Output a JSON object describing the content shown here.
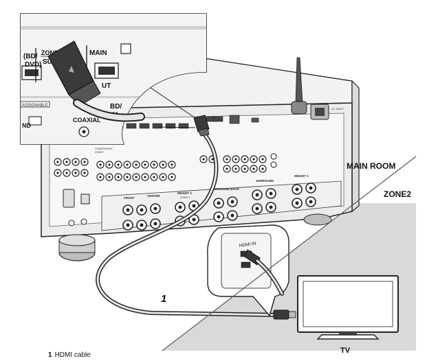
{
  "callout": {
    "bd_dvd": "(BD/",
    "bd_dvd2": "DVD)",
    "zone2": "ZONE 2",
    "sub": "SUB",
    "main": "MAIN",
    "assignable": "ASSIGNABLE",
    "coaxial": "COAXIAL",
    "ut": "UT",
    "bd2": "BD/",
    "v": "V",
    "gnd": "ND"
  },
  "panel": {
    "front": "FRONT",
    "center": "CENTER",
    "height2": "HEIGHT 2",
    "zone2_small": "ZONE 2",
    "surround_back": "SURROUND BACK",
    "surround": "SURROUND",
    "height1": "HEIGHT 1",
    "ac_inlet": "AC INLET",
    "component": "COMPONENT",
    "video": "VIDEO"
  },
  "rooms": {
    "main_room": "MAIN ROOM",
    "zone2": "ZONE2"
  },
  "tv": {
    "hdmi_in": "HDMI IN",
    "label": "TV"
  },
  "callout_number": "1",
  "legend": {
    "number": "1",
    "text": "HDMI cable"
  }
}
